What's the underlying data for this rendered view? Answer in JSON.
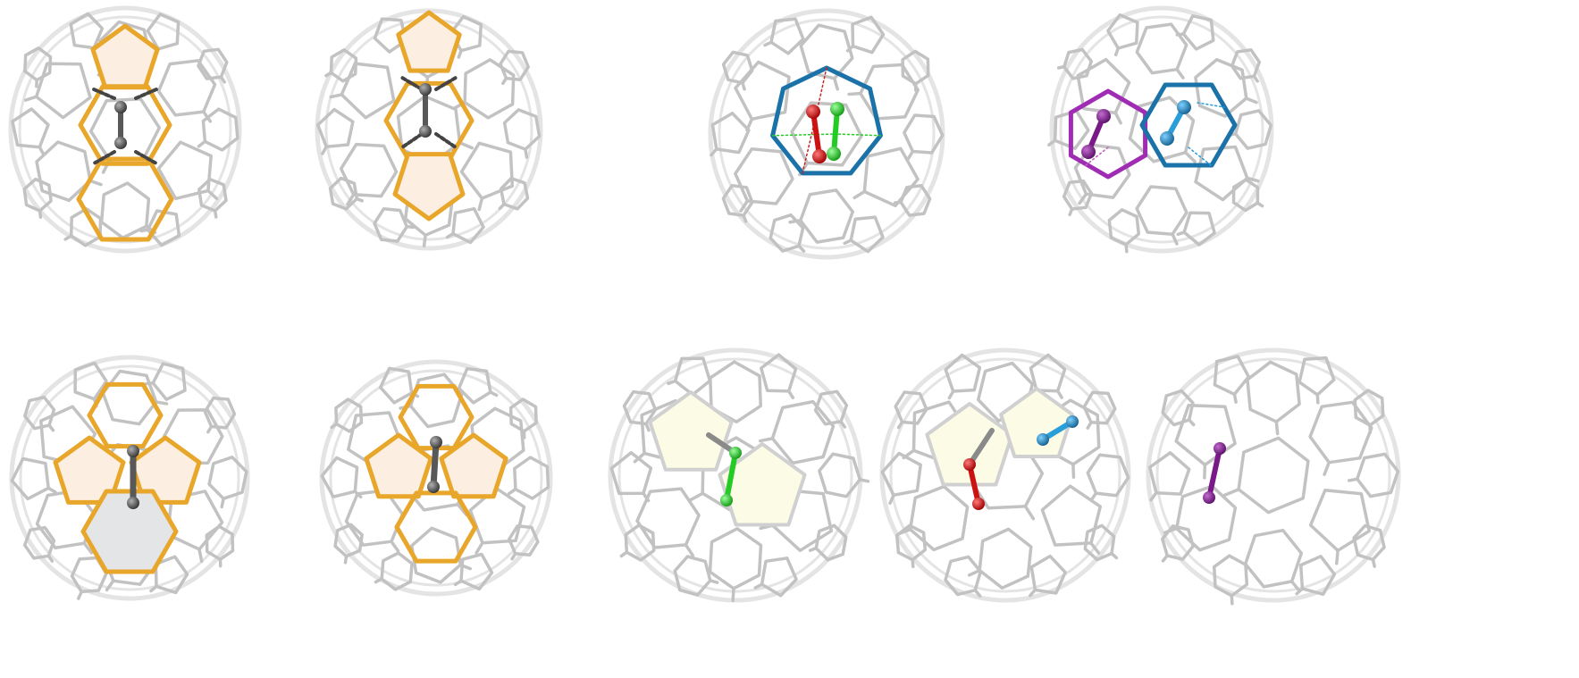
{
  "palette": {
    "cage": "#c2c2c2",
    "cage_back": "#e4e4e4",
    "orange": "#e8a62a",
    "orange_fill": "#fcefe1",
    "yellow_fill": "#fbfbe6",
    "grey_fill": "#e3e5e7",
    "carbon": "#585858",
    "teal": "#1a72a8",
    "teal_dot": "#2a9ed8",
    "magenta": "#a02cb4",
    "purple_atom": "#7a1a88",
    "red_atom": "#cc1111",
    "green_atom": "#22cc22"
  },
  "panels": [
    {
      "id": "top-1",
      "highlight": "orange",
      "motif": "pentagon-hexagon",
      "dimer": "carbon",
      "dimer_axis": "vertical",
      "dashed_links": true
    },
    {
      "id": "top-2",
      "highlight": "orange",
      "motif": "pentagon-pentagon",
      "dimer": "carbon",
      "dimer_axis": "vertical",
      "dashed_links": true
    },
    {
      "id": "top-3",
      "highlight": "teal",
      "motif": "heptagon",
      "dimer": "red-green",
      "dotted_links": true
    },
    {
      "id": "top-4",
      "highlight": "magenta-teal",
      "motif": "two-hexagons",
      "dimer": "purple-blue",
      "dotted_links": true
    },
    {
      "id": "bottom-1",
      "highlight": "orange",
      "motif": "pentagon-pair-with-grey-hexagon",
      "dimer": "carbon",
      "dimer_axis": "vertical"
    },
    {
      "id": "bottom-2",
      "highlight": "orange",
      "motif": "pentagon-pair",
      "dimer": "carbon",
      "dimer_axis": "vertical"
    },
    {
      "id": "bottom-3",
      "highlight": "yellow",
      "motif": "pentagon-pair",
      "dimer": "green"
    },
    {
      "id": "bottom-4",
      "highlight": "yellow",
      "motif": "pentagon-pair",
      "dimer": "red-blue"
    },
    {
      "id": "bottom-5",
      "highlight": "none",
      "motif": "plain-cage",
      "dimer": "purple"
    }
  ]
}
